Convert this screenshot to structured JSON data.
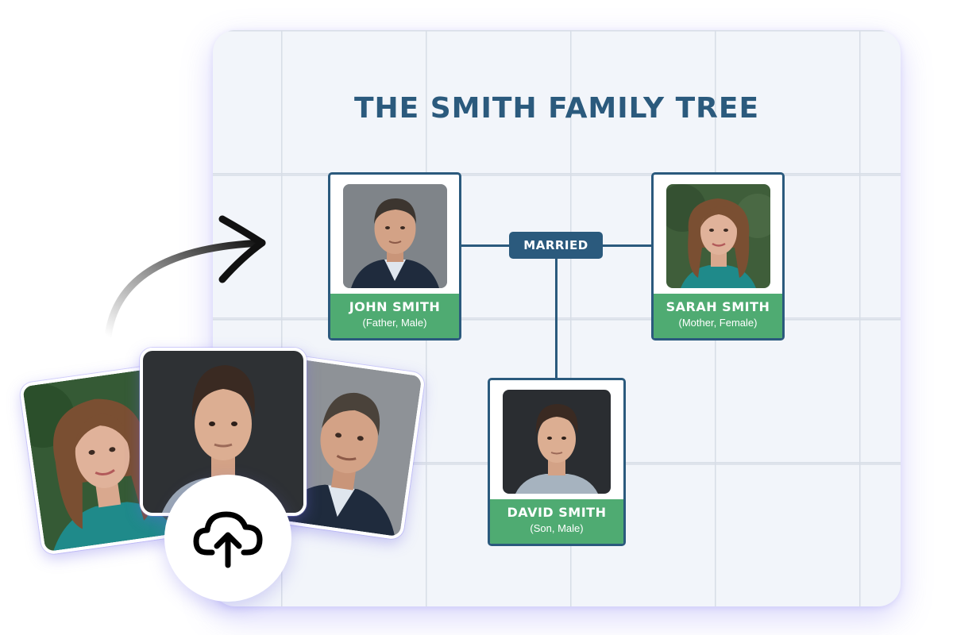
{
  "tree": {
    "title": "THE SMITH FAMILY TREE",
    "relationship_label": "MARRIED",
    "people": [
      {
        "name": "JOHN SMITH",
        "role": "(Father, Male)"
      },
      {
        "name": "SARAH SMITH",
        "role": "(Mother, Female)"
      },
      {
        "name": "DAVID SMITH",
        "role": "(Son, Male)"
      }
    ]
  },
  "upload": {
    "icon": "cloud-upload-icon"
  },
  "colors": {
    "title": "#2b5a7d",
    "card_border": "#2b5a7d",
    "label_bg": "#4fab72",
    "canvas_bg": "#f2f5fa",
    "accent_shadow": "#7a6ef0"
  }
}
